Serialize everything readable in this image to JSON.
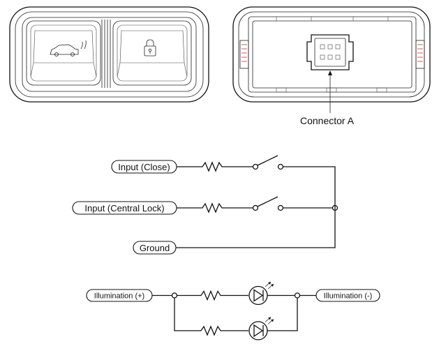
{
  "colors": {
    "line": "#111111",
    "background": "#ffffff",
    "accent_pin": "#c0392b"
  },
  "icons": [
    "trunk-car-icon",
    "padlock-icon",
    "led-icon"
  ],
  "labels": {
    "connector": "Connector A",
    "input_close": "Input (Close)",
    "input_central_lock": "Input (Central Lock)",
    "ground": "Ground",
    "illum_plus": "Illumination (+)",
    "illum_minus": "Illumination (-)"
  }
}
